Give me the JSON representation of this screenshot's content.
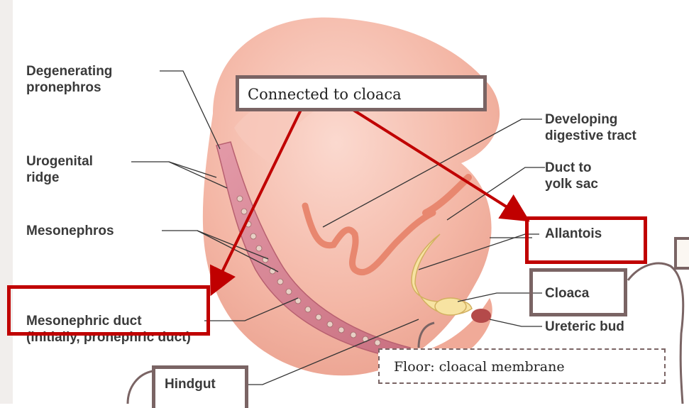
{
  "labels": {
    "degenerating_pronephros": [
      "Degenerating",
      "pronephros"
    ],
    "urogenital_ridge": [
      "Urogenital",
      "ridge"
    ],
    "mesonephros": "Mesonephros",
    "mesonephric_duct": [
      "Mesonephric duct",
      "(initially, pronephric duct)"
    ],
    "hindgut": "Hindgut",
    "developing_digestive_tract": [
      "Developing",
      "digestive tract"
    ],
    "duct_to_yolk_sac": [
      "Duct to",
      "yolk sac"
    ],
    "allantois": "Allantois",
    "cloaca": "Cloaca",
    "ureteric_bud": "Ureteric bud"
  },
  "annotations": {
    "connected_to_cloaca": "Connected to cloaca",
    "floor_note": "Floor: cloacal membrane"
  },
  "colors": {
    "highlight_red": "#c00000",
    "box_gray_brown": "#7a6464",
    "label_text": "#3a3a3a",
    "embryo_pink": "#f4b8a8"
  }
}
